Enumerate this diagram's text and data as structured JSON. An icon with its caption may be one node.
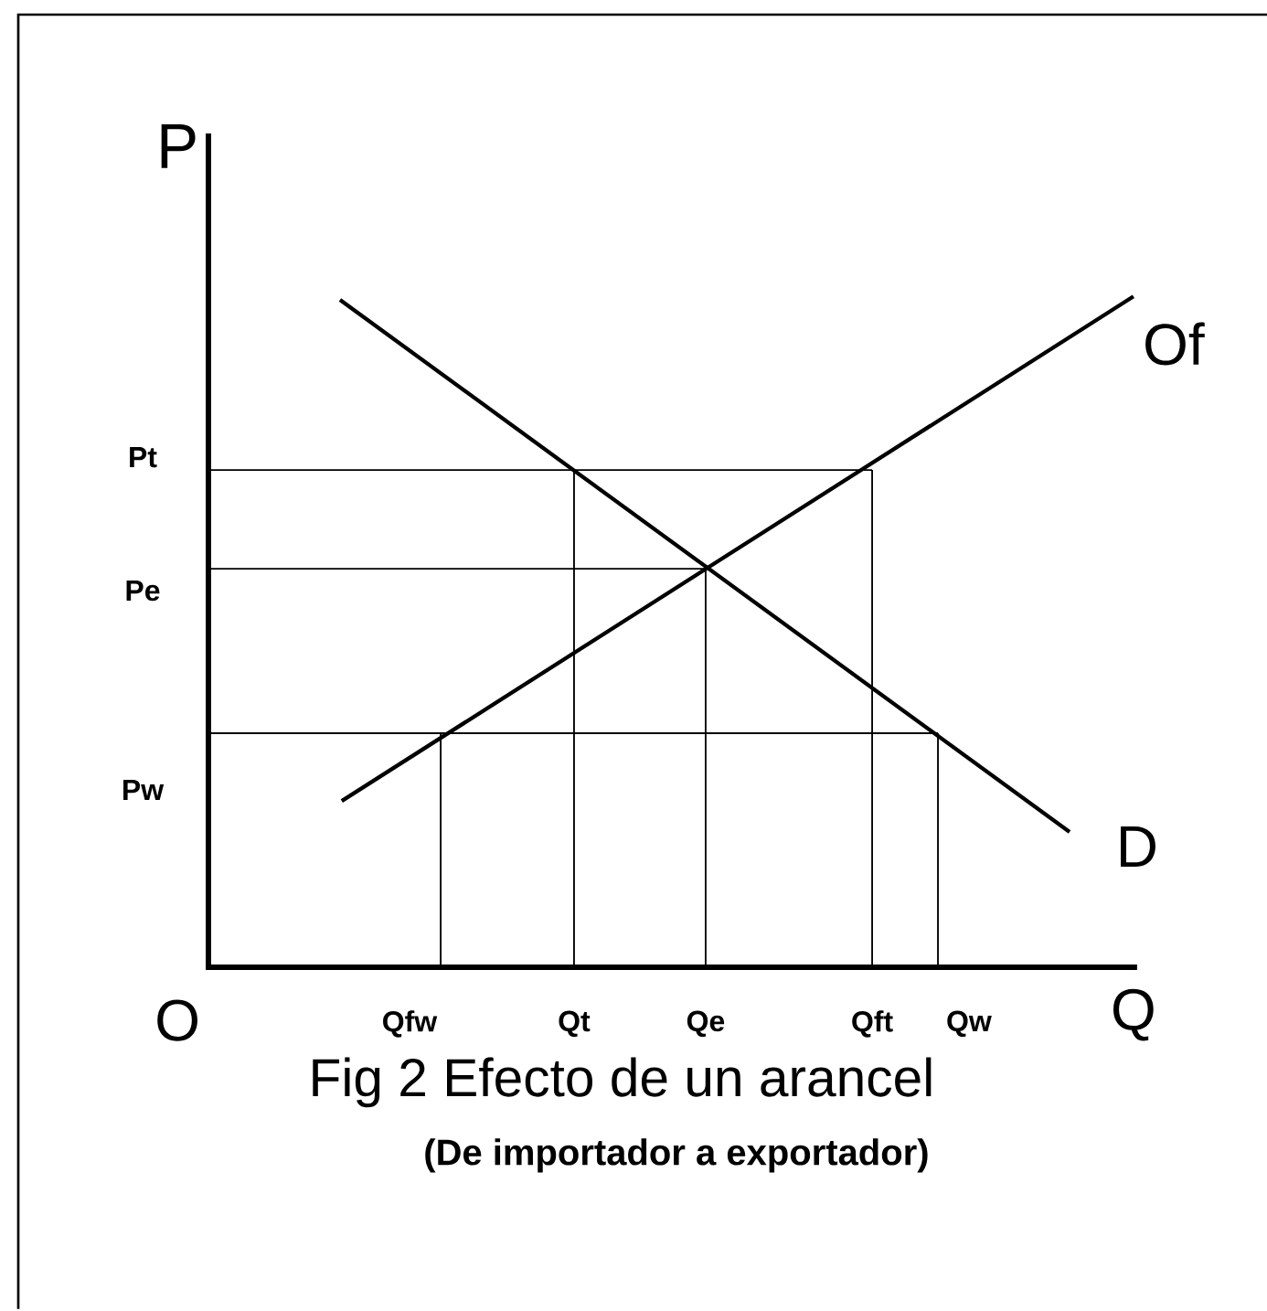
{
  "diagram": {
    "caption": "Fig 2 Efecto de un arancel",
    "labels": [
      "P",
      "Of",
      "Pt",
      "Pe",
      "Pw",
      "D",
      "O",
      "Qfw",
      "Qt",
      "Qe",
      "Qft",
      "Qw",
      "Q",
      "(De importador a exportador)"
    ]
  }
}
